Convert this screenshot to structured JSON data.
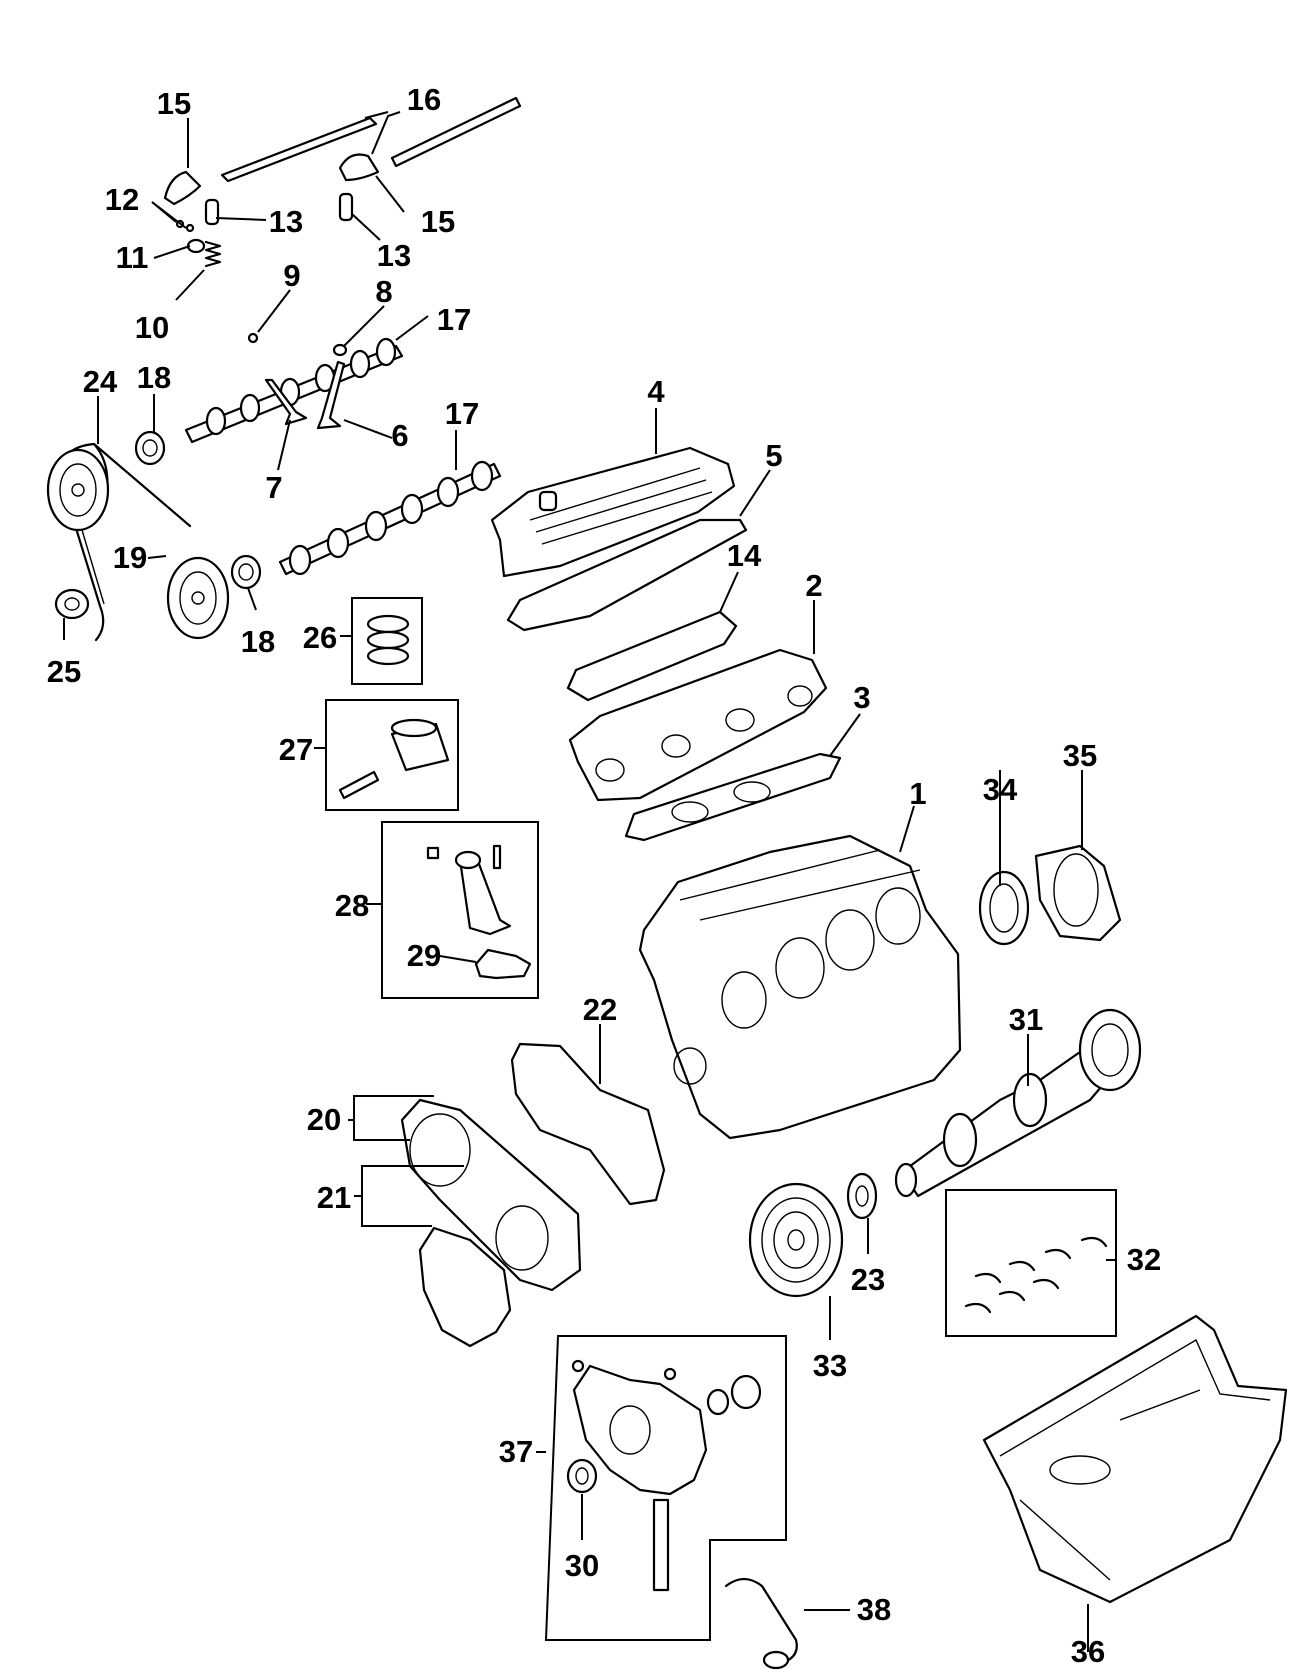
{
  "colors": {
    "ink": "#000000",
    "paper": "#ffffff"
  },
  "callouts": {
    "c1": "1",
    "c2": "2",
    "c3": "3",
    "c4": "4",
    "c5": "5",
    "c6": "6",
    "c7": "7",
    "c8": "8",
    "c9": "9",
    "c10": "10",
    "c11": "11",
    "c12": "12",
    "c13a": "13",
    "c13b": "13",
    "c14": "14",
    "c15a": "15",
    "c15b": "15",
    "c16": "16",
    "c17a": "17",
    "c17b": "17",
    "c18a": "18",
    "c18b": "18",
    "c19": "19",
    "c20": "20",
    "c21": "21",
    "c22": "22",
    "c23": "23",
    "c24": "24",
    "c25": "25",
    "c26": "26",
    "c27": "27",
    "c28": "28",
    "c29": "29",
    "c30": "30",
    "c31": "31",
    "c32": "32",
    "c33": "33",
    "c34": "34",
    "c35": "35",
    "c36": "36",
    "c37": "37",
    "c38": "38"
  }
}
